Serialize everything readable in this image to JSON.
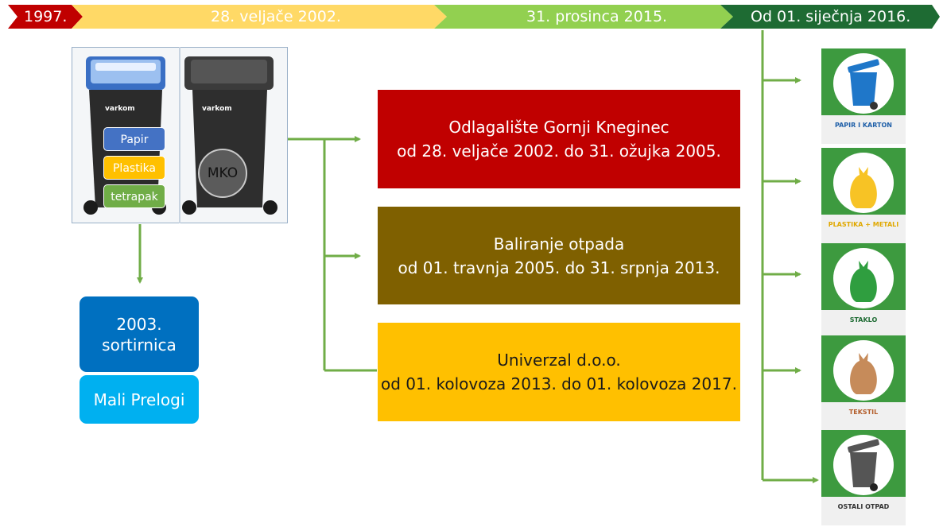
{
  "timeline": {
    "segments": [
      {
        "label": "1997.",
        "color": "#c00000"
      },
      {
        "label": "28. veljače 2002.",
        "color": "#ffd966"
      },
      {
        "label": "31. prosinca 2015.",
        "color": "#92d050"
      },
      {
        "label": "Od 01. siječnja 2016.",
        "color": "#1e6b33"
      }
    ]
  },
  "bins": {
    "left_labels": [
      {
        "text": "Papir",
        "color": "#4472c4"
      },
      {
        "text": "Plastika",
        "color": "#ffc000"
      },
      {
        "text": "tetrapak",
        "color": "#70ad47"
      }
    ],
    "right_label": "MKO",
    "brand": "varkom"
  },
  "sorting_facility": {
    "year_line": "2003.",
    "name_line": "sortirnica",
    "location": "Mali Prelogi"
  },
  "disposal_periods": [
    {
      "title": "Odlagalište Gornji Kneginec",
      "period": "od 28. veljače 2002. do 31. ožujka 2005.",
      "color": "#c00000",
      "text_color": "#ffffff"
    },
    {
      "title": "Baliranje otpada",
      "period": "od 01. travnja 2005. do 31. srpnja 2013.",
      "color": "#7f6000",
      "text_color": "#ffffff"
    },
    {
      "title": "Univerzal d.o.o.",
      "period": "od 01. kolovoza 2013. do 01. kolovoza 2017.",
      "color": "#ffc000",
      "text_color": "#1a1a1a"
    }
  ],
  "waste_categories": [
    {
      "label": "PAPIR I KARTON",
      "icon": "blue-bin-icon",
      "color": "#1f77c9",
      "label_color": "#1f5fa8"
    },
    {
      "label": "PLASTIKA + METALI",
      "icon": "yellow-bag-icon",
      "color": "#f7c325",
      "label_color": "#e0a800"
    },
    {
      "label": "STAKLO",
      "icon": "green-bag-icon",
      "color": "#2f9e3f",
      "label_color": "#1e6b33"
    },
    {
      "label": "TEKSTIL",
      "icon": "brown-bag-icon",
      "color": "#c68b5a",
      "label_color": "#b35d2a"
    },
    {
      "label": "OSTALI OTPAD",
      "icon": "grey-bin-icon",
      "color": "#555555",
      "label_color": "#333333"
    }
  ],
  "colors": {
    "connector": "#70ad47",
    "sorting_box": "#0070c0",
    "location_box": "#00b0f0"
  }
}
